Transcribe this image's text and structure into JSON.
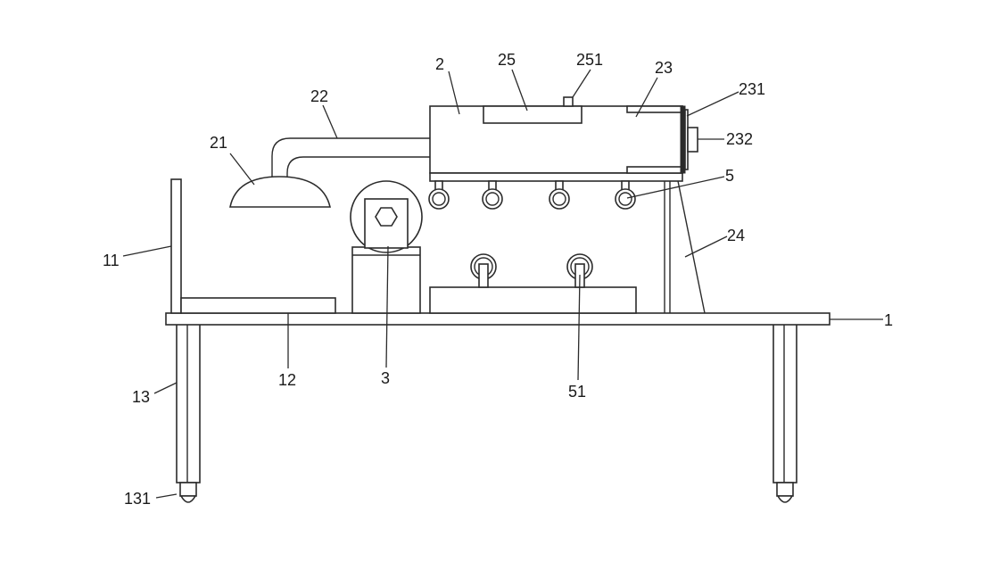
{
  "diagram": {
    "labels": {
      "l1": "1",
      "l2": "2",
      "l3": "3",
      "l5": "5",
      "l11": "11",
      "l12": "12",
      "l13": "13",
      "l21": "21",
      "l22": "22",
      "l23": "23",
      "l24": "24",
      "l25": "25",
      "l51": "51",
      "l131": "131",
      "l231": "231",
      "l232": "232",
      "l251": "251"
    },
    "colors": {
      "line": "#2b2b2b",
      "background": "#ffffff"
    }
  }
}
